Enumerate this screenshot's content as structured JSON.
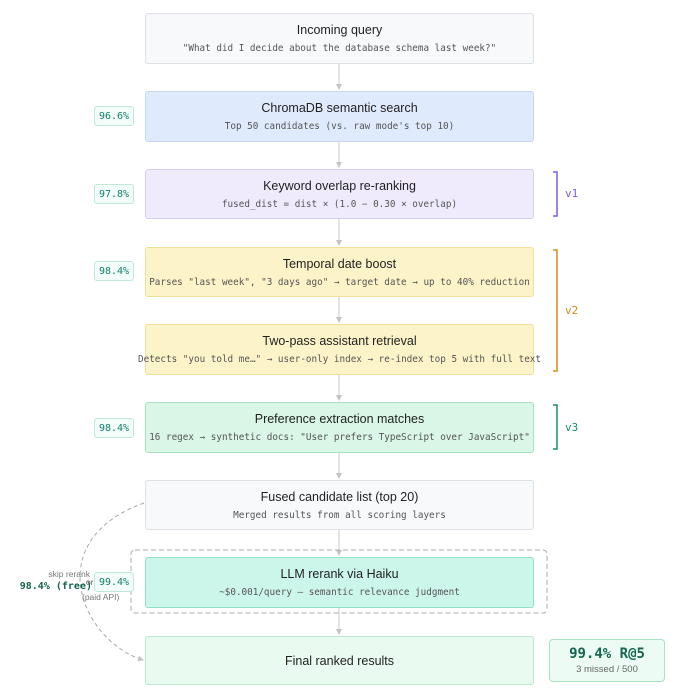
{
  "nodes": {
    "incoming": {
      "title": "Incoming query",
      "sub": "\"What did I decide about the database schema last week?\""
    },
    "chroma": {
      "title": "ChromaDB semantic search",
      "sub": "Top 50 candidates (vs. raw mode's top 10)"
    },
    "keyword": {
      "title": "Keyword overlap re-ranking",
      "sub": "fused_dist = dist × (1.0 − 0.30 × overlap)"
    },
    "temporal": {
      "title": "Temporal date boost",
      "sub": "Parses \"last week\", \"3 days ago\" → target date → up to 40% reduction"
    },
    "twopass": {
      "title": "Two-pass assistant retrieval",
      "sub": "Detects \"you told me…\" → user-only index → re-index top 5 with full text"
    },
    "preference": {
      "title": "Preference extraction matches",
      "sub": "16 regex → synthetic docs: \"User prefers TypeScript over JavaScript\""
    },
    "fused": {
      "title": "Fused candidate list (top 20)",
      "sub": "Merged results from all scoring layers"
    },
    "llm": {
      "title": "LLM rerank via Haiku",
      "sub": "~$0.001/query — semantic relevance judgment"
    },
    "final": {
      "title": "Final ranked results"
    }
  },
  "badges": {
    "chroma": "96.6%",
    "keyword": "97.8%",
    "temporal": "98.4%",
    "preference": "98.4%",
    "llm": "99.4%"
  },
  "versions": {
    "v1": {
      "label": "v1",
      "color": "#7c5ce6"
    },
    "v2": {
      "label": "v2",
      "color": "#d98a1c"
    },
    "v3": {
      "label": "v3",
      "color": "#16906b"
    }
  },
  "skip": {
    "label": "skip rerank",
    "value": "98.4% (free)",
    "or": "or",
    "paid": "(paid API)"
  },
  "result": {
    "score": "99.4% R@5",
    "missed": "3 missed / 500"
  }
}
